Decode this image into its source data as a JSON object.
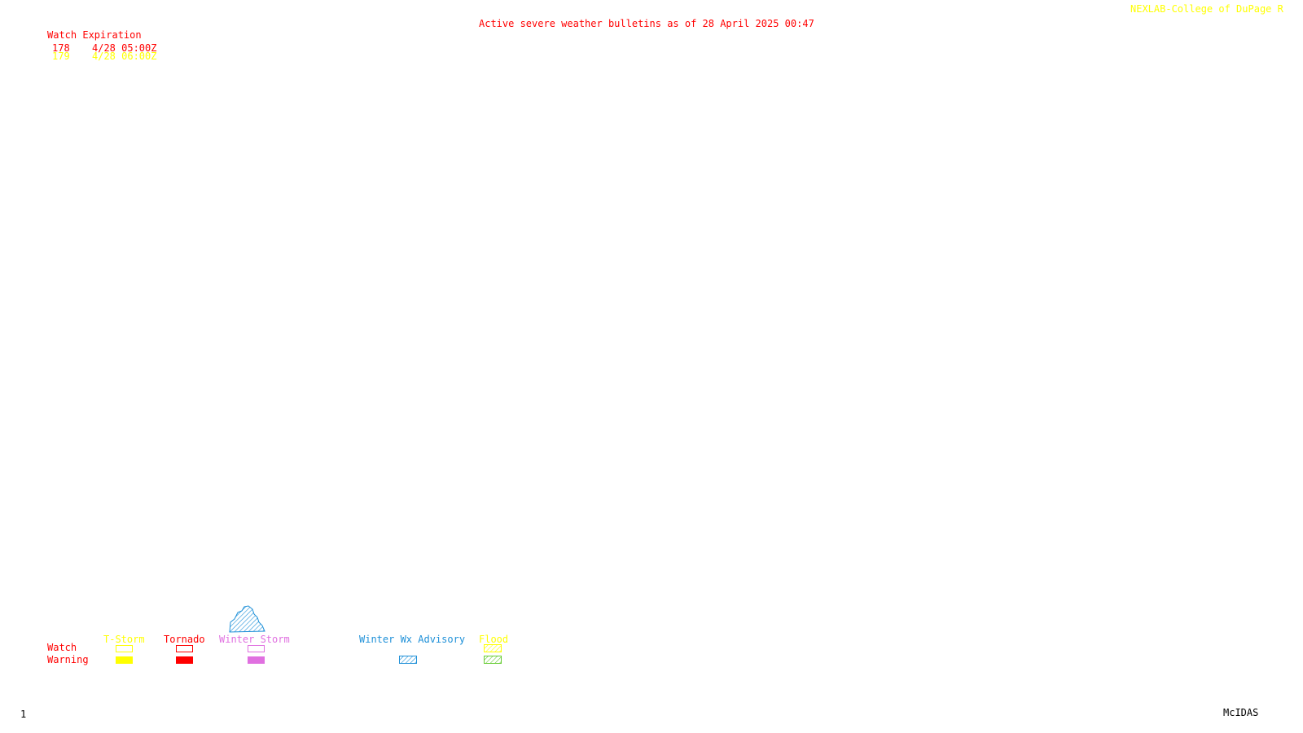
{
  "header": {
    "bulletin_title": "Active severe weather bulletins as of 28 April 2025 00:47",
    "credit": "NEXLAB-College of DuPage R",
    "title_color": "#ff0000",
    "credit_color": "#ffff00"
  },
  "watch_table": {
    "heading": "Watch Expiration",
    "heading_color": "#ff0000",
    "rows": [
      {
        "number": "178",
        "expiration": "4/28 05:00Z",
        "color": "#ff0000"
      },
      {
        "number": "179",
        "expiration": "4/28 06:00Z",
        "color": "#ffff00"
      }
    ]
  },
  "legend": {
    "row_labels": {
      "watch": "Watch",
      "warning": "Warning"
    },
    "row_label_color": "#ff0000",
    "categories": [
      {
        "label": "T-Storm",
        "color": "#ffff00"
      },
      {
        "label": "Tornado",
        "color": "#ff0000"
      },
      {
        "label": "Winter Storm",
        "color": "#e070e0"
      },
      {
        "label": "Winter Wx Advisory",
        "color": "#1e90d8"
      },
      {
        "label": "Flood",
        "color": "#ffff00",
        "warning_color": "#66cc33"
      }
    ]
  },
  "map": {
    "advisory_area_color": "#1e90d8"
  },
  "footer": {
    "frame_number": "1",
    "software": "McIDAS"
  }
}
